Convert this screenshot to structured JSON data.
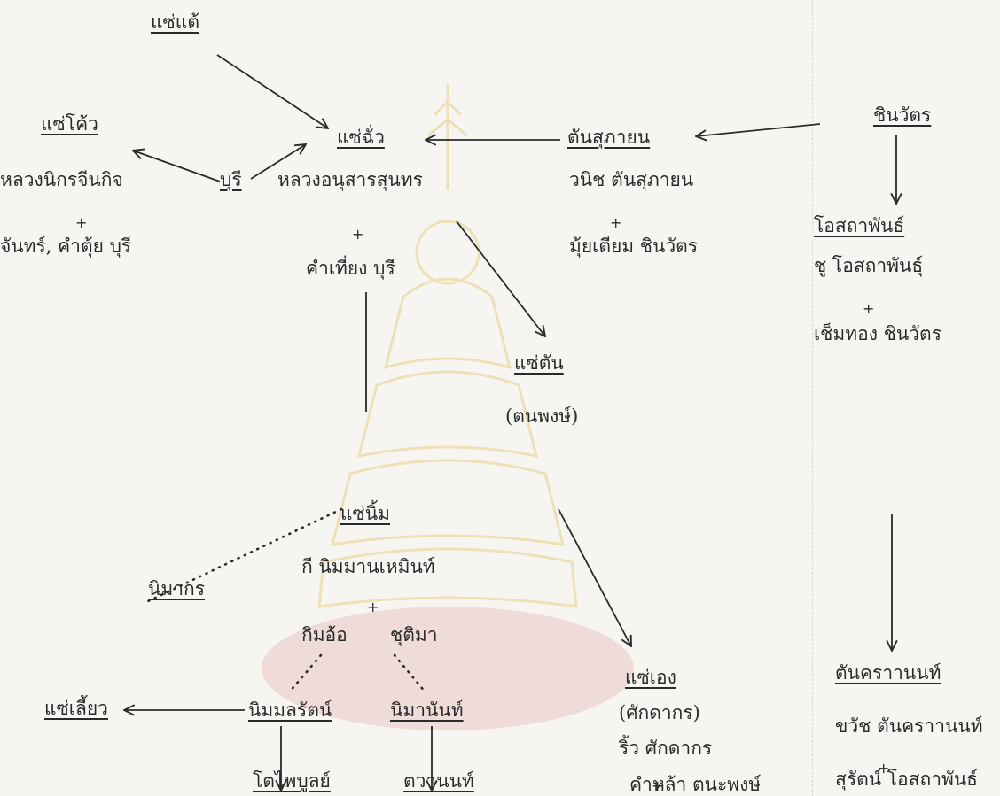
{
  "nodes": {
    "saetae": "แซ่แต้",
    "saechua": "แซ่ฉั่ว",
    "saecho": "แซ่โค้ว",
    "buri": "บุรี",
    "luangnikorn": "หลวงนิกรจีนกิจ",
    "chan": "จันทร์, คำตุ้ย บุรี",
    "luanganusan": "หลวงอนุสารสุนทร",
    "khamthiang": "คำเที่ยง บุรี",
    "tansuphayon": "ตันสุภายน",
    "wanit": "วนิช ตันสุภายน",
    "muitian": "มุ้ยเตียม ชินวัตร",
    "chinawat": "ชินวัตร",
    "osathaphan": "โอสถาพันธ์",
    "chu": "ชู โอสถาพันธุ์",
    "chemthong": "เช็มทอง ชินวัตร",
    "saetan": "แซ่ตัน",
    "tanaphong": "(ตนพงษ์)",
    "saenim": "แซ่นิ้ม",
    "ki": "กี นิมมานเหมินท์",
    "nimakorn": "นิมากร",
    "kimo": "กิมอ้อ",
    "chutima": "ชุติมา",
    "saeliao": "แซ่เลี้ยว",
    "nimmanrat": "นิมมลรัตน์",
    "nimanan": "นิมานันท์",
    "saeeng": "แซ่เอง",
    "sakdakorn_paren": "(ศักดากร)",
    "rio": "ริ้ว ศักดากร",
    "khamla": "คำหล้า ตนะพงษ์",
    "tankhananan": "ตันคราานนท์",
    "khawat": "ขวัช ตันคราานนท์",
    "surat": "สุรัตน์ โอสถาพันธ์",
    "toipholay": "โตไพบูลย์",
    "twanon": "ตวานนท์"
  },
  "marriage_symbol": "+",
  "colors": {
    "ink": "#2a2a2a",
    "paper": "#f7f5f2",
    "watermark": "#e9c6c2",
    "watermark_gold": "#ecdba8"
  }
}
